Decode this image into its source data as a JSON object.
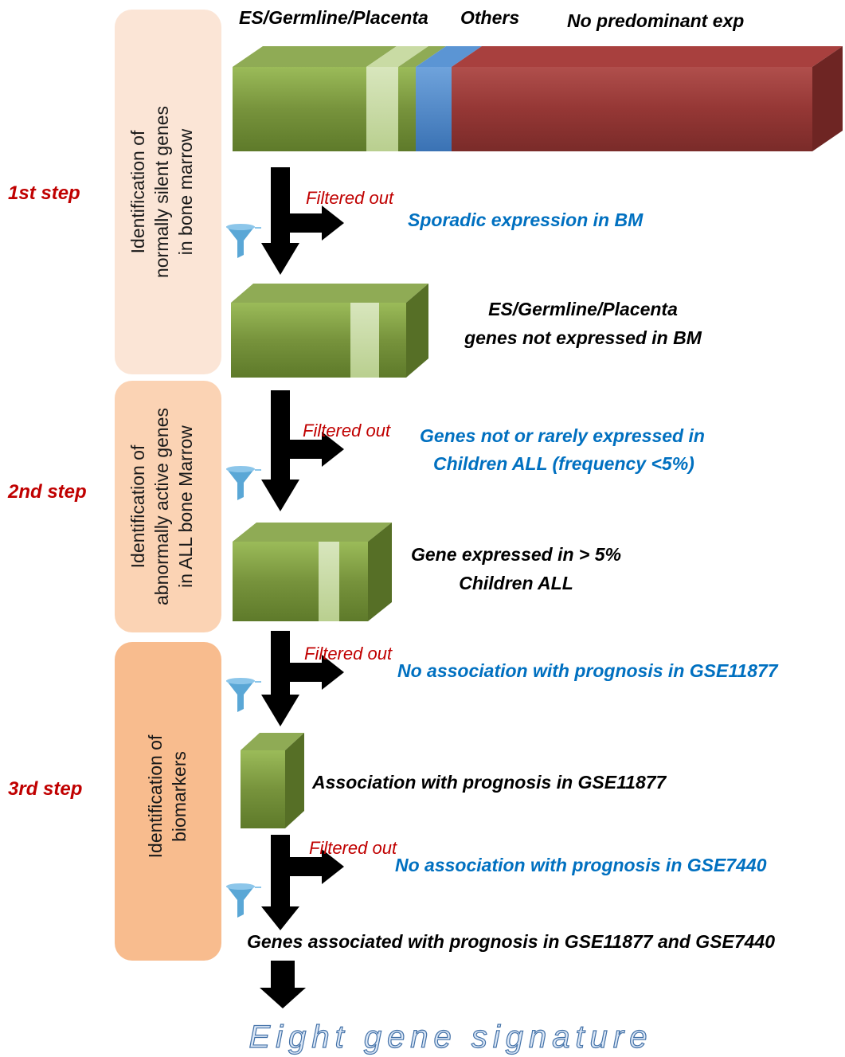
{
  "steps": [
    {
      "label": "1st step",
      "phase_lines": [
        "Identification of",
        "normally silent genes",
        "in bone marrow"
      ]
    },
    {
      "label": "2nd step",
      "phase_lines": [
        "Identification of",
        "abnormally active genes",
        "in ALL bone Marrow"
      ]
    },
    {
      "label": "3rd step",
      "phase_lines": [
        "Identification of",
        "biomarkers"
      ]
    }
  ],
  "top_bar": {
    "categories": [
      "ES/Germline/Placenta",
      "Others",
      "No predominant exp"
    ],
    "colors": {
      "es_germline_placenta": "#77933c",
      "light_segment": "#c3d69b",
      "others": "#4a86c8",
      "no_predominant": "#953735"
    }
  },
  "filters": [
    {
      "filtered_label": "Filtered out",
      "removed": [
        "Sporadic expression in BM"
      ]
    },
    {
      "filtered_label": "Filtered out",
      "removed": [
        "Genes not or rarely expressed in",
        "Children ALL (frequency <5%)"
      ]
    },
    {
      "filtered_label": "Filtered out",
      "removed": [
        "No association with prognosis in GSE11877"
      ]
    },
    {
      "filtered_label": "Filtered out",
      "removed": [
        "No association with prognosis in GSE7440"
      ]
    }
  ],
  "results": [
    [
      "ES/Germline/Placenta",
      "genes not expressed in BM"
    ],
    [
      "Gene expressed in > 5%",
      "Children ALL"
    ],
    [
      "Association with prognosis in GSE11877"
    ],
    [
      "Genes associated with prognosis in GSE11877 and GSE7440"
    ]
  ],
  "final_label": "Eight gene signature",
  "colors": {
    "step_text": "#c00000",
    "removed_text": "#0070c0",
    "phase_box_1": "#fbe5d6",
    "phase_box_2": "#fbd3b4",
    "phase_box_3": "#f8bc8e",
    "funnel": "#5aa7d6",
    "arrow": "#000000"
  },
  "icons": [
    "funnel-icon",
    "arrow-down-icon",
    "arrow-right-icon"
  ]
}
